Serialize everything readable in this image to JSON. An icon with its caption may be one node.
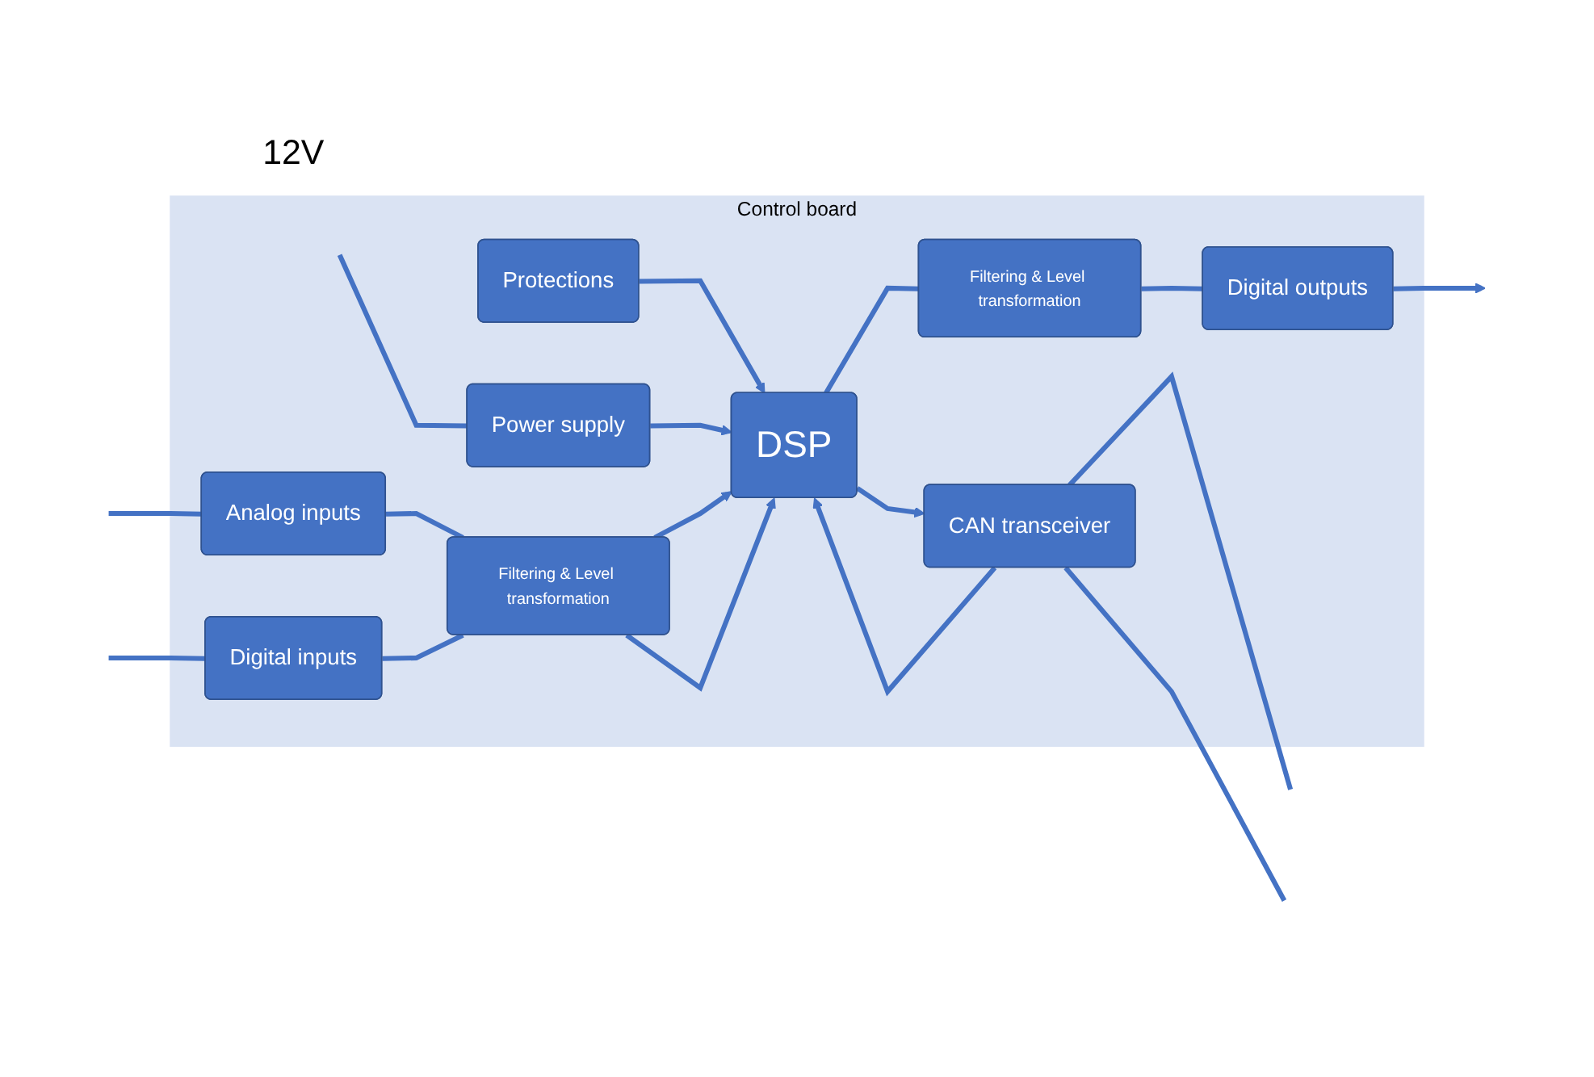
{
  "diagram": {
    "nodes": [
      {
        "text": [
          "Control board"
        ]
      },
      {
        "text": [
          "12V"
        ]
      },
      {
        "text": [
          "Protections"
        ],
        "in": 0
      },
      {
        "text": [
          "Power supply"
        ],
        "in": 0
      },
      {
        "text": [
          "Analog inputs"
        ],
        "in": 0
      },
      {
        "text": [
          "Digital inputs"
        ],
        "in": 0
      },
      {
        "text": [
          "Filtering & Level transformation"
        ],
        "in": 0
      },
      {
        "text": [
          "DSP"
        ],
        "in": 0
      },
      {
        "text": [
          "CAN transceiver"
        ],
        "in": 0
      },
      {
        "text": [
          "Filtering & Level transformation"
        ],
        "in": 0
      },
      {
        "text": [
          "Digital outputs"
        ],
        "in": 0
      }
    ],
    "edges": [
      {
        "from": 1,
        "to": 3,
        "arrow": "none"
      },
      {
        "from": 2,
        "to": 7,
        "arrow": "to"
      },
      {
        "from": 3,
        "to": 7,
        "arrow": "to"
      },
      {
        "from": null,
        "to": 4,
        "arrow": "none"
      },
      {
        "from": null,
        "to": 5,
        "arrow": "none"
      },
      {
        "from": 4,
        "to": 6,
        "arrow": "none"
      },
      {
        "from": 5,
        "to": 6,
        "arrow": "none"
      },
      {
        "from": 6,
        "to": 7,
        "arrow": "to"
      },
      {
        "from": 6,
        "to": 7,
        "arrow": "to"
      },
      {
        "from": 8,
        "to": 7,
        "arrow": "to"
      },
      {
        "from": 7,
        "to": 8,
        "arrow": "to"
      },
      {
        "from": 8,
        "to": null,
        "arrow": "none"
      },
      {
        "from": 8,
        "to": null,
        "arrow": "none"
      },
      {
        "from": 7,
        "to": 9,
        "arrow": "none"
      },
      {
        "from": 9,
        "to": 10,
        "arrow": "none"
      },
      {
        "from": 10,
        "to": null,
        "arrow": "to"
      }
    ]
  }
}
